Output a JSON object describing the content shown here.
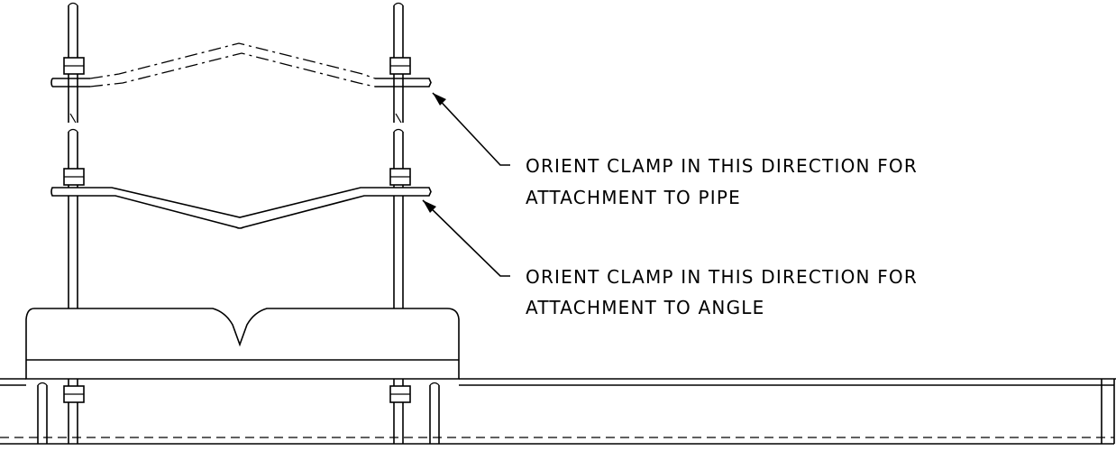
{
  "notes": {
    "pipe": {
      "line1": "ORIENT CLAMP IN THIS DIRECTION FOR",
      "line2": "ATTACHMENT TO PIPE"
    },
    "angle": {
      "line1": "ORIENT CLAMP IN THIS DIRECTION FOR",
      "line2": "ATTACHMENT TO ANGLE"
    }
  }
}
